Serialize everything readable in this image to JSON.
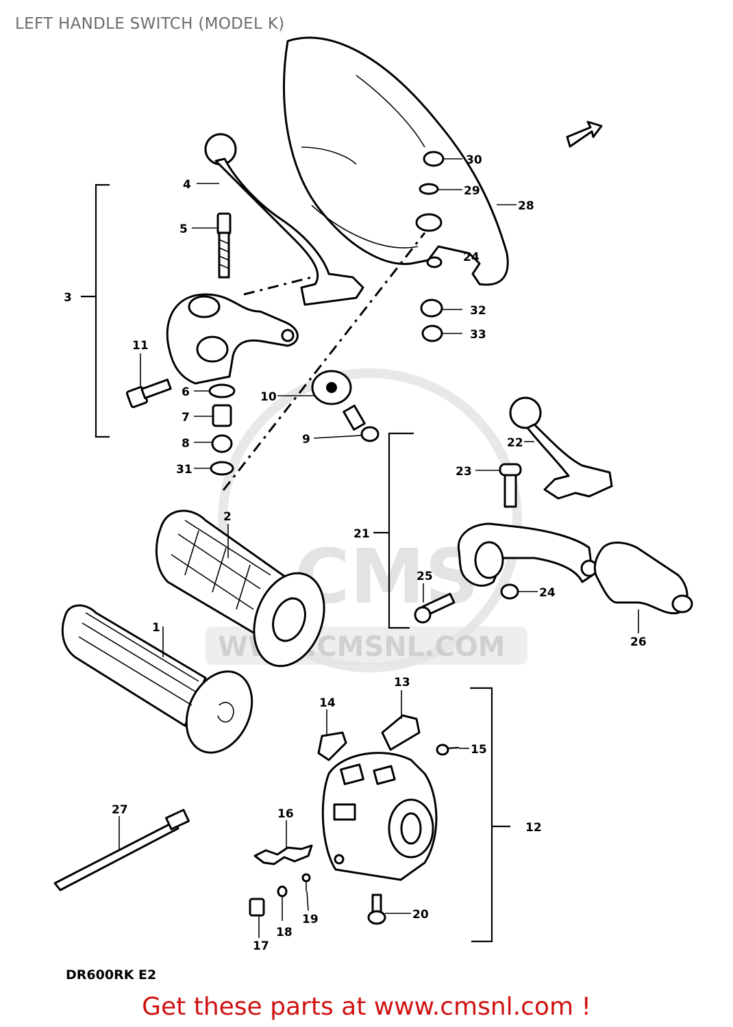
{
  "title": "LEFT HANDLE SWITCH (MODEL K)",
  "model_code": "DR600RK E2",
  "footer": "Get these parts at www.cmsnl.com !",
  "watermark": {
    "logo_text": "CMS",
    "url_text": "WWW.CMSNL.COM"
  },
  "callouts": [
    "1",
    "2",
    "3",
    "4",
    "5",
    "6",
    "7",
    "8",
    "9",
    "10",
    "11",
    "12",
    "13",
    "14",
    "15",
    "16",
    "17",
    "18",
    "19",
    "20",
    "21",
    "22",
    "23",
    "24",
    "24",
    "25",
    "26",
    "27",
    "28",
    "29",
    "30",
    "31",
    "32",
    "33"
  ],
  "colors": {
    "footer": "#d01010",
    "title": "#6b6b6b",
    "line_art": "#000000"
  }
}
